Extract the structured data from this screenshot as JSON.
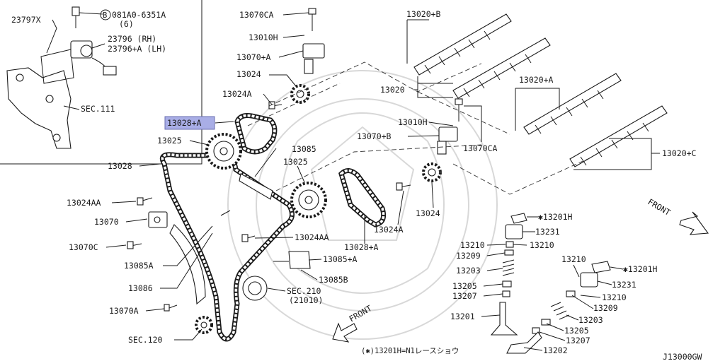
{
  "diagram": {
    "code": "J13000GW",
    "note": "(✱)13201H=N1レースショウ",
    "front_labels": [
      "FRONT",
      "FRONT"
    ],
    "labels": {
      "p23797x": "23797X",
      "bolt": "081A0-6351A",
      "bolt_qty": "(6)",
      "p23796": "23796 (RH)",
      "p23796a": "23796+A (LH)",
      "sec111": "SEC.111",
      "p13070ca_top": "13070CA",
      "p13010h_top": "13010H",
      "p13070a_top": "13070+A",
      "p13024": "13024",
      "p13024a_top": "13024A",
      "p13028a_hl": "13028+A",
      "p13025_left": "13025",
      "p13028": "13028",
      "p13085_top": "13085",
      "p13025_mid": "13025",
      "p13024aa_left": "13024AA",
      "p13070": "13070",
      "p13070c": "13070C",
      "p13085a": "13085A",
      "p13086": "13086",
      "p13070a_low": "13070A",
      "sec120": "SEC.120",
      "p13024aa_mid": "13024AA",
      "p13085a_right": "13085+A",
      "p13085b": "13085B",
      "sec210": "SEC.210",
      "sec210_sub": "(21010)",
      "p13028a_mid": "13028+A",
      "p13024a_mid": "13024A",
      "p13024_mid": "13024",
      "p13020b": "13020+B",
      "p13020": "13020",
      "p13010h_mid": "13010H",
      "p13070b": "13070+B",
      "p13070ca_mid": "13070CA",
      "p13020a": "13020+A",
      "p13020c": "13020+C",
      "p13201h_a": "✱13201H",
      "p13231_a": "13231",
      "p13210_a1": "13210",
      "p13210_a2": "13210",
      "p13209_a": "13209",
      "p13203_a": "13203",
      "p13205_a": "13205",
      "p13207_a": "13207",
      "p13201_a": "13201",
      "p13210_b": "13210",
      "p13201h_b": "✱13201H",
      "p13231_b": "13231",
      "p13210_b2": "13210",
      "p13209_b": "13209",
      "p13203_b": "13203",
      "p13205_b": "13205",
      "p13207_b": "13207",
      "p13202": "13202"
    },
    "highlight_color": "#a9aee6"
  }
}
